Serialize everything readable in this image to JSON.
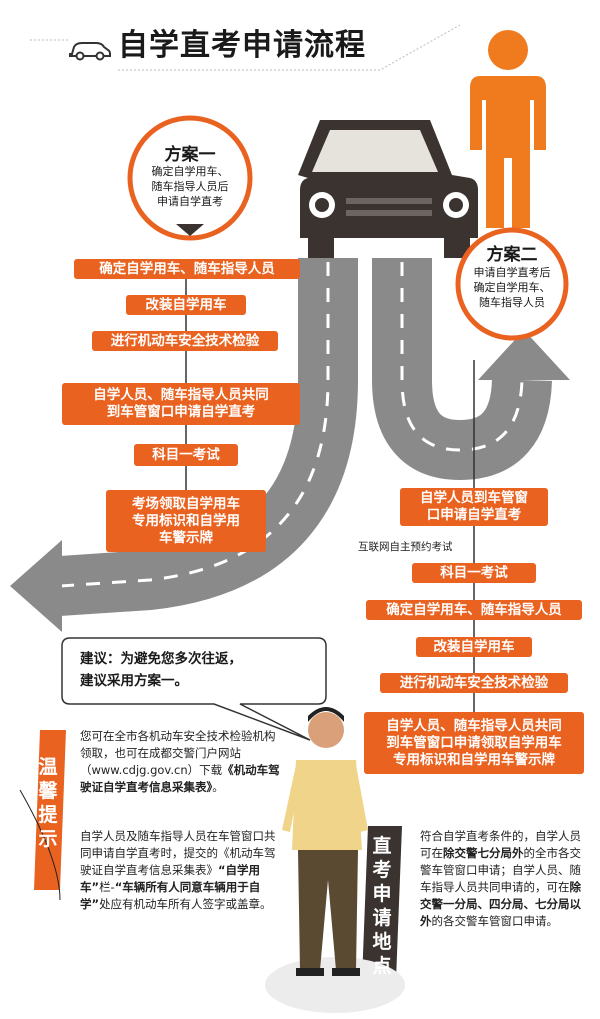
{
  "title": "自学直考申请流程",
  "plan_a": {
    "title": "方案一",
    "desc": [
      "确定自学用车、",
      "随车指导人员后",
      "申请自学直考"
    ],
    "steps": [
      [
        "确定自学用车、随车指导人员"
      ],
      [
        "改装自学用车"
      ],
      [
        "进行机动车安全技术检验"
      ],
      [
        "自学人员、随车指导人员共同",
        "到车管窗口申请自学直考"
      ],
      [
        "科目一考试"
      ],
      [
        "考场领取自学用车",
        "专用标识和自学用",
        "车警示牌"
      ]
    ]
  },
  "plan_b": {
    "title": "方案二",
    "desc": [
      "申请自学直考后",
      "确定自学用车、",
      "随车指导人员"
    ],
    "steps": [
      [
        "自学人员到车管窗",
        "口申请自学直考"
      ],
      [
        "科目一考试"
      ],
      [
        "确定自学用车、随车指导人员"
      ],
      [
        "改装自学用车"
      ],
      [
        "进行机动车安全技术检验"
      ],
      [
        "自学人员、随车指导人员共同",
        "到车管窗口申请领取自学用车",
        "专用标识和自学用车警示牌"
      ]
    ],
    "online_note": "互联网自主预约考试"
  },
  "suggestion": {
    "line1": "建议：为避免您多次往返，",
    "line2": "建议采用方案一。"
  },
  "tips": {
    "label": "温馨提示",
    "p1_before": "您可在全市各机动车安全技术检验机构领取，也可在成都交警门户网站（www.cdjg.gov.cn）下载",
    "p1_bold": "《机动车驾驶证自学直考信息采集表》",
    "p1_after": "。",
    "p2_a": "自学人员及随车指导人员在车管窗口共同申请自学直考时，提交的《机动车驾驶证自学直考信息采集表》",
    "p2_b": "“自学用车”",
    "p2_c": "栏-",
    "p2_d": "“车辆所有人同意车辆用于自学”",
    "p2_e": "处应有机动车所有人签字或盖章。"
  },
  "location": {
    "label": "直考申请地点",
    "t1": "符合自学直考条件的，自学人员可在",
    "b1": "除交警七分局外",
    "t2": "的全市各交警车管窗口申请；自学人员、随车指导人员共同申请的，可在",
    "b2": "除交警一分局、四分局、七分局以外",
    "t3": "的各交警车管窗口申请。"
  },
  "colors": {
    "accent": "#e96220",
    "road": "#8a8a8a",
    "car": "#3a3330",
    "person": "#f07a1e"
  },
  "icons": [
    "car-outline-icon",
    "car-front-icon",
    "person-icon",
    "chevron-down-icon",
    "arrow-left-icon",
    "arrow-right-icon"
  ]
}
